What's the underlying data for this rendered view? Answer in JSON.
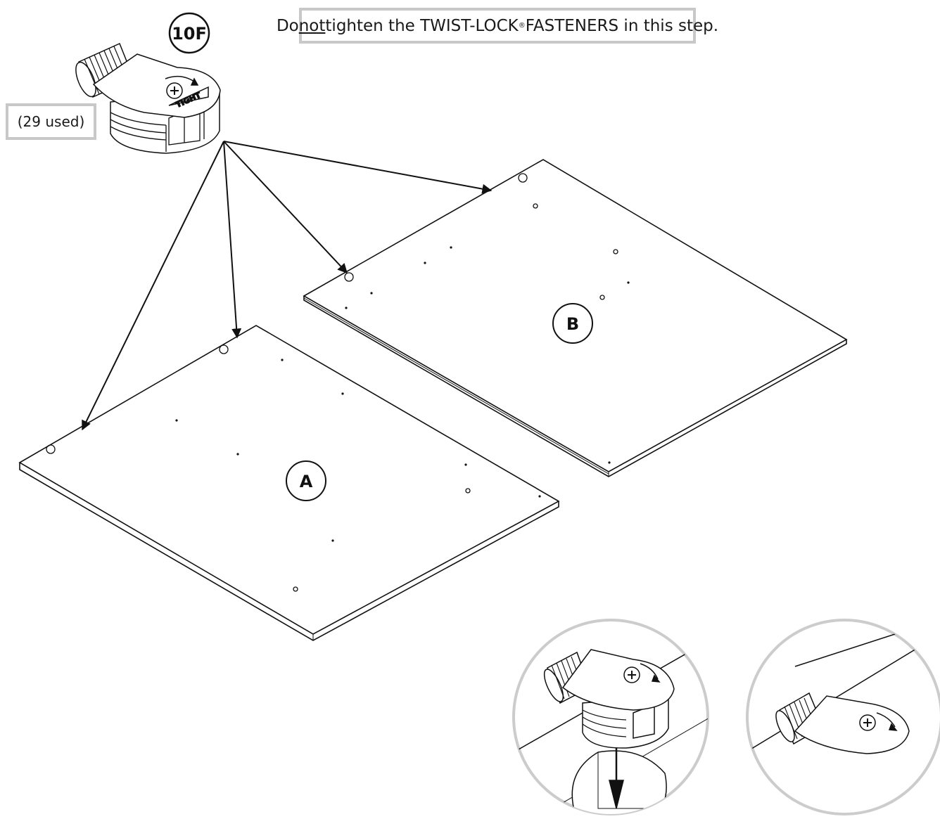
{
  "instruction": {
    "prefix": "Do ",
    "emphasis": "not",
    "middle": " tighten the TWIST-LOCK",
    "trademark": "®",
    "suffix": " FASTENERS in this step."
  },
  "part": {
    "id": "10F",
    "quantity_text": "(29 used)",
    "cam_marking": "TIGHT"
  },
  "panels": [
    {
      "label": "A"
    },
    {
      "label": "B"
    }
  ],
  "detail_views": [
    {
      "name": "fastener-insert-into-hole"
    },
    {
      "name": "fastener-seated-flush"
    }
  ],
  "colors": {
    "line": "#111111",
    "box_border": "#c8c8c8",
    "detail_circle": "#cccccc"
  }
}
